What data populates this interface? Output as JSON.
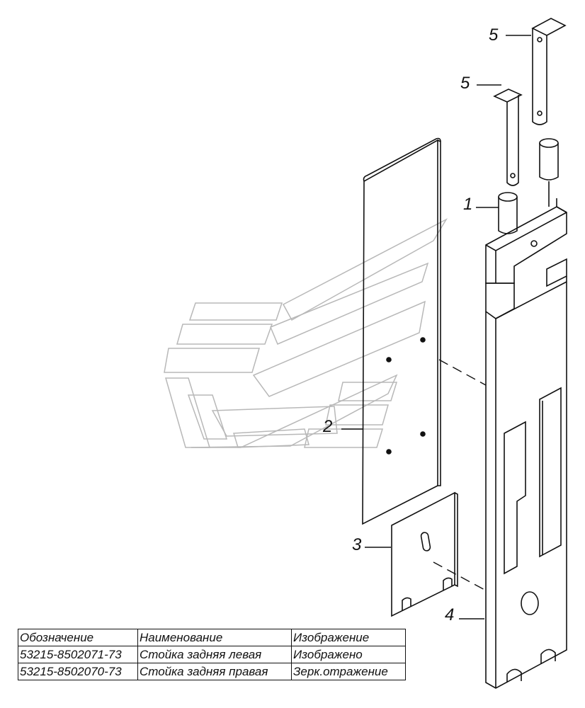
{
  "callouts": {
    "c1": "1",
    "c2": "2",
    "c3": "3",
    "c4": "4",
    "c5a": "5",
    "c5b": "5"
  },
  "table": {
    "headers": [
      "Обозначение",
      "Наименование",
      "Изображение"
    ],
    "rows": [
      [
        "53215-8502071-73",
        "Стойка задняя левая",
        "Изображено"
      ],
      [
        "53215-8502070-73",
        "Стойка задняя правая",
        "Зерк.отражение"
      ]
    ]
  },
  "colors": {
    "line": "#111111",
    "watermark": "#b8b8b8"
  },
  "icons": {
    "watermark": "kamaz-logo-watermark"
  }
}
